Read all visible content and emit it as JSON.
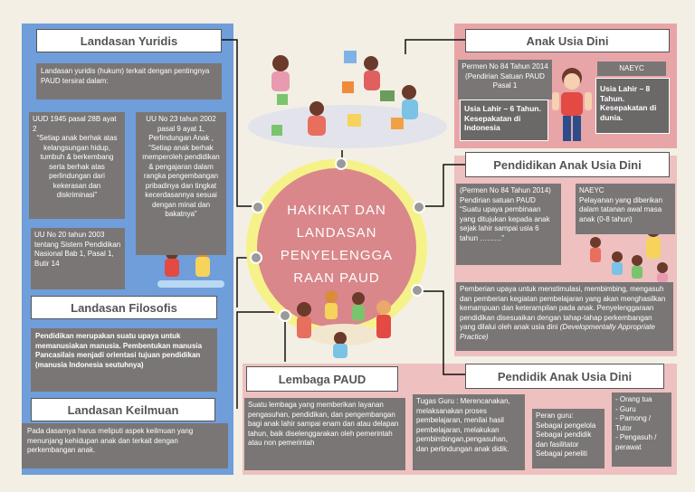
{
  "center": {
    "title_lines": [
      "HAKIKAT DAN",
      "LANDASAN",
      "PENYELENGGA",
      "RAAN PAUD"
    ]
  },
  "yuridis": {
    "title": "Landasan Yuridis",
    "intro": "Landasan yuridis (hukum) terkait dengan pentingnya PAUD tersirat dalam:",
    "uud": "UUD 1945 pasal 28B ayat 2",
    "uud_quote": "“Setiap anak berhak atas kelangsungan hidup, tumbuh & berkembang serta berhak atas perlindungan dari kekerasan dan diskriminasi”",
    "uu23": "UU No 23 tahun 2002 pasal 9 ayat 1, Perlindungan Anak ,",
    "uu23_quote": "“Setiap anak berhak memperoleh pendidikan & pengajaran dalam rangka pengembangan pribadinya dan tingkat kecerdasannya sesuai dengan minat dan bakatnya”",
    "uu20": "UU No 20 tahun 2003 tentang Sistem Pendidikan Nasional Bab 1, Pasal 1, Butir 14"
  },
  "filosofis": {
    "title": "Landasan Filosofis",
    "text": "Pendidikan merupakan suatu upaya untuk memanusiakan manusia. Pembentukan manusia Pancasilais menjadi orientasi tujuan pendidikan (manusia Indonesia seutuhnya)"
  },
  "keilmuan": {
    "title": "Landasan Keilmuan",
    "text": "Pada dasarnya harus meliputi aspek keilmuan yang menunjang kehidupan anak dan terkait dengan perkembangan anak."
  },
  "anak_usia_dini": {
    "title": "Anak Usia Dini",
    "permen": "Permen No 84 Tahun 2014 (Pendirian Satuan PAUD Pasal 1",
    "permen_age": "Usia Lahir – 6 Tahun. Kesepakatan di Indonesia",
    "naeyc": "NAEYC",
    "naeyc_age": "Usia Lahir – 8 Tahun. Kesepakatan di dunia."
  },
  "pendidikan": {
    "title": "Pendidikan Anak Usia Dini",
    "permen": "(Permen No 84 Tahun 2014) Pendirian satuan PAUD",
    "permen_quote": "“Suatu upaya pembinaan yang ditujukan kepada anak sejak lahir sampai usia 6 tahun ………”",
    "naeyc": "NAEYC",
    "naeyc_text": "Pelayanan yang diberikan dalam tatanan awal masa anak (0-8 tahun)",
    "definition": "Pemberian upaya untuk menstimulasi, membimbing, mengasuh dan pemberian kegiatan pembelajaran yang akan menghasilkan kemampuan dan keterampilan pada anak. Penyelenggaraan pendidikan disesuaikan dengan tahap-tahap perkembangan yang dilalui oleh anak usia dini",
    "definition_italic": "(Developmentally Appropriate Practice)"
  },
  "lembaga": {
    "title": "Lembaga PAUD",
    "text": "Suatu lembaga yang memberikan layanan pengasuhan, pendidikan, dan pengembangan bagi anak lahir sampai enam dan atau delapan tahun, baik diselenggarakan oleh pemerintah atau non pemerintah"
  },
  "pendidik": {
    "title": "Pendidik Anak Usia Dini",
    "tugas": "Tugas Guru : Merencanakan, melaksanakan proses pembelajaran, menilai hasil pembelajaran, melakukan pembimbingan,pengasuhan, dan perlindungan anak didik.",
    "peran_title": "Peran guru:",
    "peran": [
      "Sebagai pengelola",
      "Sebagai pendidik dan fasilitator",
      "Sebagai peneliti"
    ],
    "pihak": [
      "- Orang tua",
      "- Guru",
      "- Pamong / Tutor",
      "- Pengasuh / perawat"
    ]
  },
  "colors": {
    "blue": "#6f9edb",
    "pink": "#e8a5a8",
    "gray": "#7a7676",
    "circle": "#d9878a",
    "ring": "#f6f28a"
  }
}
